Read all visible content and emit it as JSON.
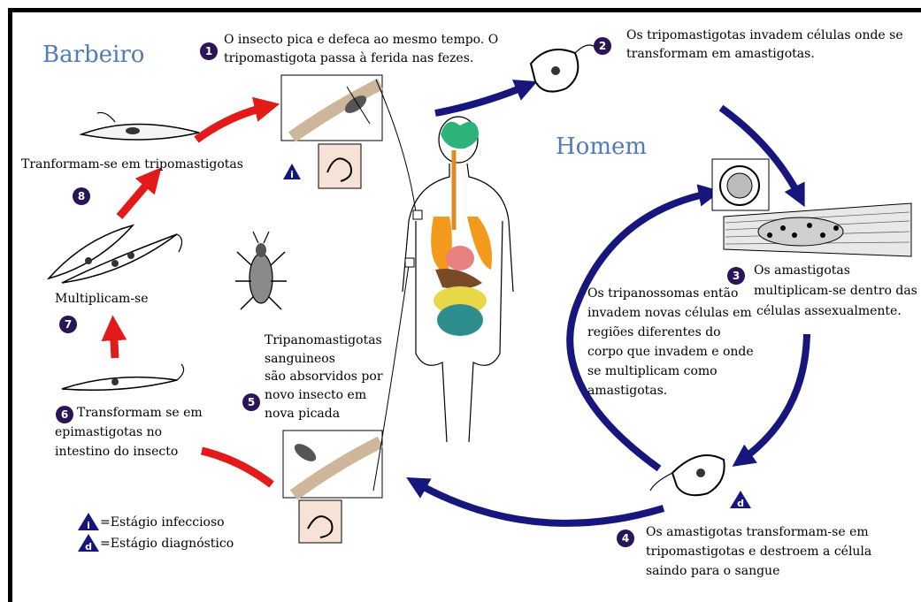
{
  "labels": {
    "barbeiro": "Barbeiro",
    "homem": "Homem"
  },
  "steps": [
    {
      "n": "1",
      "lines": [
        "O insecto pica e defeca ao mesmo tempo. O",
        "tripomastigota passa à ferida nas fezes."
      ]
    },
    {
      "n": "2",
      "lines": [
        "Os tripomastigotas invadem células onde se",
        "transformam em amastigotas."
      ]
    },
    {
      "n": "3",
      "lines": [
        "Os amastigotas",
        "multiplicam-se  dentro das",
        "células assexualmente."
      ]
    },
    {
      "n": "4",
      "lines": [
        "Os amastigotas transformam-se em",
        "tripomastigotas e destroem a célula",
        "saindo para o sangue"
      ]
    },
    {
      "n": "5",
      "lines": [
        "Tripanomastigotas",
        "sanguineos",
        "são absorvidos por",
        "novo insecto em",
        "nova picada"
      ]
    },
    {
      "n": "6",
      "lines": [
        "Transformam se em",
        "epimastigotas no",
        "intestino do insecto"
      ]
    },
    {
      "n": "7",
      "lines": [
        "Multiplicam-se"
      ]
    },
    {
      "n": "8",
      "lines": [
        "Tranformam-se em tripomastigotas"
      ]
    }
  ],
  "middle_note": [
    "Os tripanossomas então",
    "invadem novas células em",
    "regiões diferentes do",
    "corpo que invadem e onde",
    "se multiplicam como",
    "amastigotas."
  ],
  "legend": {
    "infective_letter": "i",
    "infective_text": "=Estágio infeccioso",
    "diagnostic_letter": "d",
    "diagnostic_text": "=Estágio diagnóstico"
  },
  "colors": {
    "insect_cycle_arrow": "#e21a1a",
    "human_cycle_arrow": "#17167d",
    "step_badge": "#2a1656",
    "title_text": "#4f7bb8"
  }
}
